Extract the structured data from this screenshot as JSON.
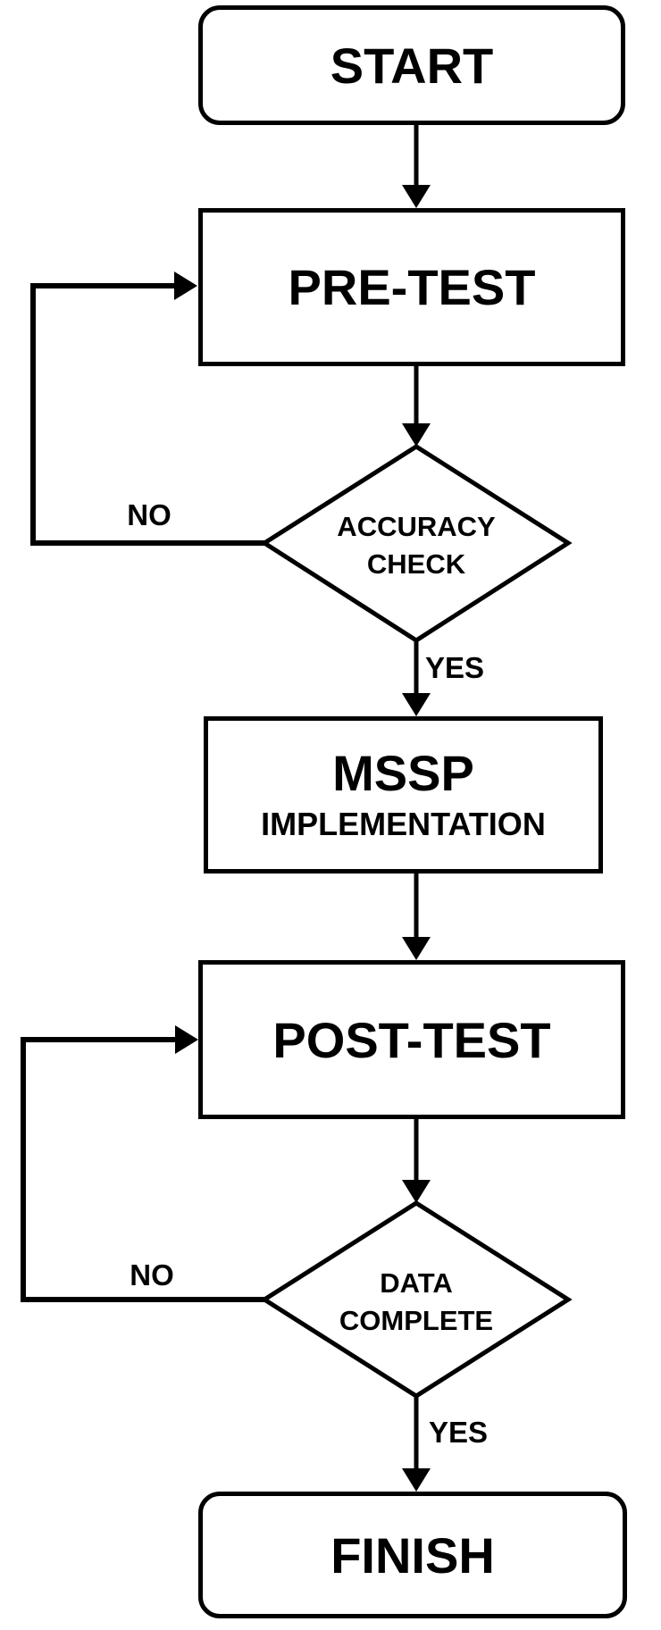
{
  "diagram": {
    "type": "flowchart",
    "background_color": "#ffffff",
    "stroke_color": "#000000",
    "text_color": "#000000",
    "nodes": [
      {
        "id": "start",
        "shape": "terminator",
        "label": "START"
      },
      {
        "id": "pre_test",
        "shape": "process",
        "label": "PRE-TEST"
      },
      {
        "id": "accuracy_check",
        "shape": "decision",
        "label_line1": "ACCURACY",
        "label_line2": "CHECK"
      },
      {
        "id": "mssp_implementation",
        "shape": "process",
        "label_line1": "MSSP",
        "label_line2": "IMPLEMENTATION"
      },
      {
        "id": "post_test",
        "shape": "process",
        "label": "POST-TEST"
      },
      {
        "id": "data_complete",
        "shape": "decision",
        "label_line1": "DATA",
        "label_line2": "COMPLETE"
      },
      {
        "id": "finish",
        "shape": "terminator",
        "label": "FINISH"
      }
    ],
    "edges": [
      {
        "from": "start",
        "to": "pre_test",
        "label": ""
      },
      {
        "from": "pre_test",
        "to": "accuracy_check",
        "label": ""
      },
      {
        "from": "accuracy_check",
        "to": "pre_test",
        "label": "NO"
      },
      {
        "from": "accuracy_check",
        "to": "mssp_implementation",
        "label": "YES"
      },
      {
        "from": "mssp_implementation",
        "to": "post_test",
        "label": ""
      },
      {
        "from": "post_test",
        "to": "data_complete",
        "label": ""
      },
      {
        "from": "data_complete",
        "to": "post_test",
        "label": "NO"
      },
      {
        "from": "data_complete",
        "to": "finish",
        "label": "YES"
      }
    ]
  }
}
